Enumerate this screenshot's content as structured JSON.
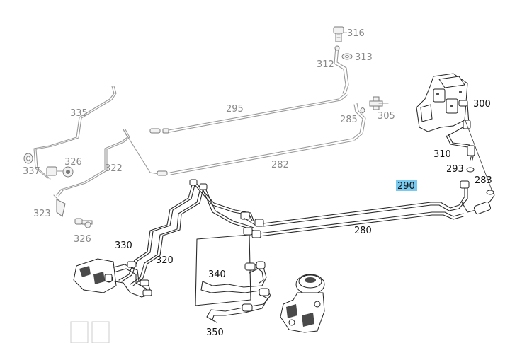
{
  "labels": {
    "l316": "316",
    "l313": "313",
    "l312": "312",
    "l335": "335",
    "l295": "295",
    "l285": "285",
    "l305": "305",
    "l300": "300",
    "l326a": "326",
    "l337": "337",
    "l322": "322",
    "l282": "282",
    "l310": "310",
    "l293": "293",
    "l283": "283",
    "l290": "290",
    "l323": "323",
    "l326b": "326",
    "l280": "280",
    "l330": "330",
    "l320": "320",
    "l340": "340",
    "l350": "350"
  },
  "colors": {
    "highlight": "#7ac9ef",
    "line_dark": "#2b2b2b",
    "line_grey": "#9a9a9a"
  }
}
